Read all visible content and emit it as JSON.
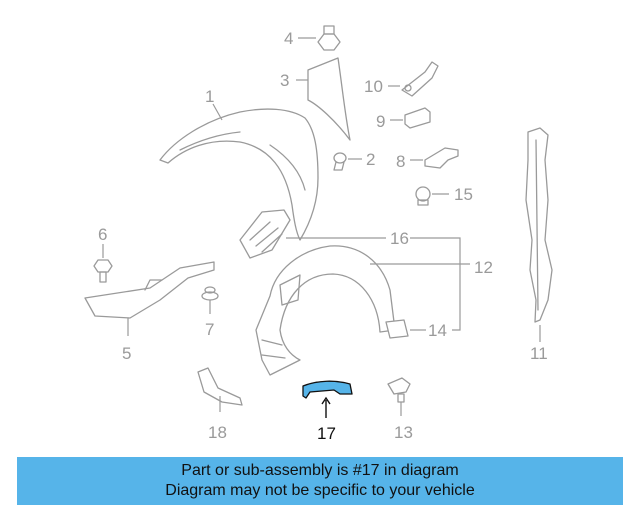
{
  "callouts": {
    "c1": "1",
    "c2": "2",
    "c3": "3",
    "c4": "4",
    "c5": "5",
    "c6": "6",
    "c7": "7",
    "c8": "8",
    "c9": "9",
    "c10": "10",
    "c11": "11",
    "c12": "12",
    "c13": "13",
    "c14": "14",
    "c15": "15",
    "c16": "16",
    "c17": "17",
    "c18": "18"
  },
  "highlight": {
    "part": "17",
    "color": "#56b4e9"
  },
  "banner": {
    "line1": "Part or sub-assembly is #17 in diagram",
    "line2": "Diagram may not be specific to your vehicle"
  }
}
